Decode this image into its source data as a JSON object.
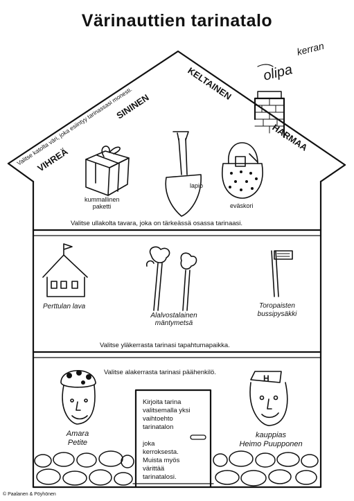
{
  "title": "Värinauttien tarinatalo",
  "oipa": {
    "line1": "olipa",
    "line2": "kerran"
  },
  "roof": {
    "instruction": "Valitse katolta väri, joka esiintyy tarinassasi monesti.",
    "colors": [
      "VIHREÄ",
      "SININEN",
      "KELTAINEN",
      "HARMAA"
    ]
  },
  "attic": {
    "items": [
      {
        "label_line1": "kummallinen",
        "label_line2": "paketti"
      },
      {
        "label_line1": "lapio",
        "label_line2": ""
      },
      {
        "label_line1": "eväskori",
        "label_line2": ""
      }
    ],
    "instruction": "Valitse ullakolta tavara, joka on tärkeässä osassa tarinaasi."
  },
  "upstairs": {
    "places": [
      {
        "label_line1": "Perttulan lava",
        "label_line2": ""
      },
      {
        "label_line1": "Alalvostalainen",
        "label_line2": "mäntymetsä"
      },
      {
        "label_line1": "Toropaisten",
        "label_line2": "bussipysäkki"
      }
    ],
    "instruction": "Valitse yläkerrasta tarinasi tapahtumapaikka."
  },
  "downstairs": {
    "instruction": "Valitse alakerrasta tarinasi päähenkilö.",
    "characters": [
      {
        "label_line1": "Amara",
        "label_line2": "Petite"
      },
      {
        "label_line1": "kauppias",
        "label_line2": "Heimo Puupponen"
      }
    ],
    "cap_letter": "H"
  },
  "door_text": [
    "Kirjoita tarina",
    "valitsemalla yksi",
    "vaihtoehto",
    "tarinatalon",
    "",
    "joka",
    "kerroksesta.",
    "Muista myös",
    "värittää",
    "tarinatalosi."
  ],
  "copyright": "© Paalanen & Pöyhönen"
}
